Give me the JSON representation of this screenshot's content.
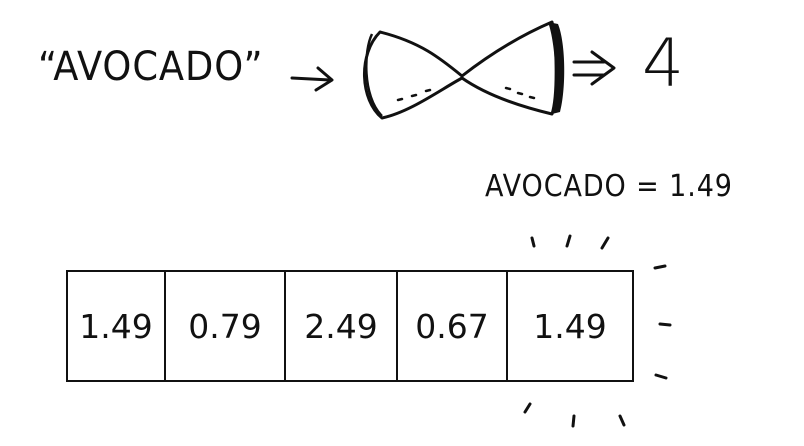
{
  "input_key": "“AVOCADO”",
  "hash_output": "4",
  "annotation": "AVOCADO = 1.49",
  "array_values": [
    "1.49",
    "0.79",
    "2.49",
    "0.67",
    "1.49"
  ],
  "highlighted_index": 4
}
